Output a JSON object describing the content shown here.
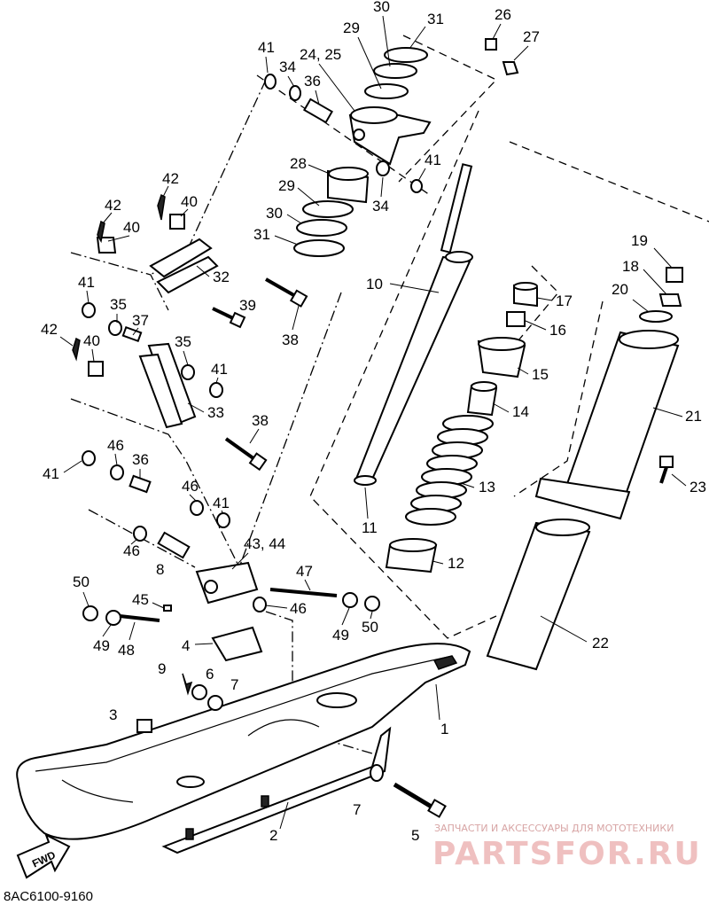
{
  "diagram_code": "8AC6100-9160",
  "fwd_label": "FWD",
  "watermark": {
    "tagline": "ЗАПЧАСТИ И АКСЕССУАРЫ ДЛЯ МОТОТЕХНИКИ",
    "brand": "PARTSFOR.RU"
  },
  "callouts": [
    "1",
    "2",
    "3",
    "4",
    "5",
    "6",
    "7",
    "7",
    "8",
    "9",
    "10",
    "11",
    "12",
    "13",
    "14",
    "15",
    "16",
    "17",
    "18",
    "19",
    "20",
    "21",
    "22",
    "23",
    "24, 25",
    "26",
    "27",
    "28",
    "29",
    "29",
    "30",
    "30",
    "31",
    "31",
    "32",
    "33",
    "34",
    "34",
    "35",
    "35",
    "36",
    "36",
    "37",
    "38",
    "38",
    "39",
    "40",
    "40",
    "40",
    "41",
    "41",
    "41",
    "41",
    "41",
    "41",
    "42",
    "42",
    "42",
    "43, 44",
    "45",
    "46",
    "46",
    "46",
    "46",
    "47",
    "48",
    "49",
    "49",
    "50",
    "50"
  ]
}
